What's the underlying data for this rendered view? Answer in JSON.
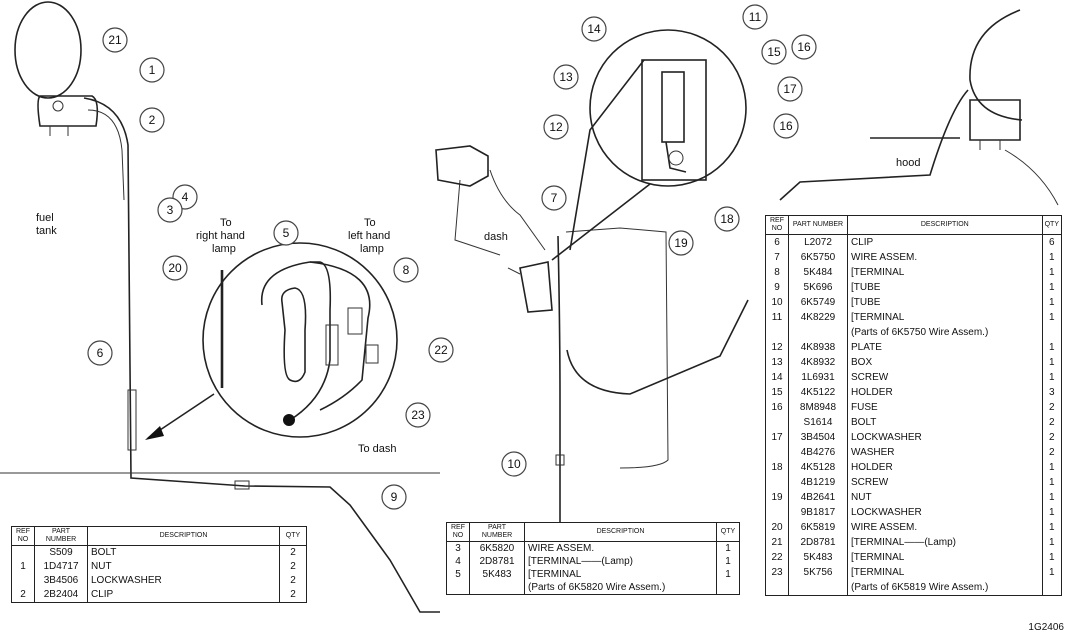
{
  "labels": {
    "fuel_tank": [
      "fuel",
      "tank"
    ],
    "right_lamp": [
      "To",
      "right hand",
      "lamp"
    ],
    "left_lamp": [
      "To",
      "left hand",
      "lamp"
    ],
    "dash_top": "dash",
    "to_dash": "To dash",
    "hood": "hood"
  },
  "callouts": [
    "21",
    "1",
    "2",
    "4",
    "3",
    "20",
    "6",
    "5",
    "8",
    "22",
    "23",
    "9",
    "10",
    "7",
    "14",
    "13",
    "12",
    "11",
    "15",
    "16",
    "17",
    "16",
    "18",
    "19"
  ],
  "table_headers": {
    "ref": "REF NO",
    "part": "PART NUMBER",
    "desc": "DESCRIPTION",
    "qty": "QTY"
  },
  "table_left": [
    {
      "ref": "",
      "part": "S509",
      "desc": "BOLT",
      "qty": "2"
    },
    {
      "ref": "1",
      "part": "1D4717",
      "desc": "NUT",
      "qty": "2"
    },
    {
      "ref": "",
      "part": "3B4506",
      "desc": "LOCKWASHER",
      "qty": "2"
    },
    {
      "ref": "2",
      "part": "2B2404",
      "desc": "CLIP",
      "qty": "2"
    }
  ],
  "table_mid": [
    {
      "ref": "3",
      "part": "6K5820",
      "desc": "WIRE ASSEM.",
      "qty": "1"
    },
    {
      "ref": "4",
      "part": "2D8781",
      "desc": "[TERMINAL——(Lamp)",
      "qty": "1"
    },
    {
      "ref": "5",
      "part": "5K483",
      "desc": "[TERMINAL",
      "qty": "1"
    },
    {
      "ref": "",
      "part": "",
      "desc": "(Parts of 6K5820 Wire Assem.)",
      "qty": ""
    }
  ],
  "table_right": [
    {
      "ref": "6",
      "part": "L2072",
      "desc": "CLIP",
      "qty": "6"
    },
    {
      "ref": "7",
      "part": "6K5750",
      "desc": "WIRE ASSEM.",
      "qty": "1"
    },
    {
      "ref": "8",
      "part": "5K484",
      "desc": "[TERMINAL",
      "qty": "1"
    },
    {
      "ref": "9",
      "part": "5K696",
      "desc": "[TUBE",
      "qty": "1"
    },
    {
      "ref": "10",
      "part": "6K5749",
      "desc": "[TUBE",
      "qty": "1"
    },
    {
      "ref": "11",
      "part": "4K8229",
      "desc": "[TERMINAL",
      "qty": "1"
    },
    {
      "ref": "",
      "part": "",
      "desc": "(Parts of 6K5750 Wire Assem.)",
      "qty": ""
    },
    {
      "ref": "12",
      "part": "4K8938",
      "desc": "PLATE",
      "qty": "1"
    },
    {
      "ref": "13",
      "part": "4K8932",
      "desc": "BOX",
      "qty": "1"
    },
    {
      "ref": "14",
      "part": "1L6931",
      "desc": "SCREW",
      "qty": "1"
    },
    {
      "ref": "15",
      "part": "4K5122",
      "desc": "HOLDER",
      "qty": "3"
    },
    {
      "ref": "16",
      "part": "8M8948",
      "desc": "FUSE",
      "qty": "2"
    },
    {
      "ref": "",
      "part": "S1614",
      "desc": "BOLT",
      "qty": "2"
    },
    {
      "ref": "17",
      "part": "3B4504",
      "desc": "LOCKWASHER",
      "qty": "2"
    },
    {
      "ref": "",
      "part": "4B4276",
      "desc": "WASHER",
      "qty": "2"
    },
    {
      "ref": "18",
      "part": "4K5128",
      "desc": "HOLDER",
      "qty": "1"
    },
    {
      "ref": "",
      "part": "4B1219",
      "desc": "SCREW",
      "qty": "1"
    },
    {
      "ref": "19",
      "part": "4B2641",
      "desc": "NUT",
      "qty": "1"
    },
    {
      "ref": "",
      "part": "9B1817",
      "desc": "LOCKWASHER",
      "qty": "1"
    },
    {
      "ref": "20",
      "part": "6K5819",
      "desc": "WIRE ASSEM.",
      "qty": "1"
    },
    {
      "ref": "21",
      "part": "2D8781",
      "desc": "[TERMINAL——(Lamp)",
      "qty": "1"
    },
    {
      "ref": "22",
      "part": "5K483",
      "desc": "[TERMINAL",
      "qty": "1"
    },
    {
      "ref": "23",
      "part": "5K756",
      "desc": "[TERMINAL",
      "qty": "1"
    },
    {
      "ref": "",
      "part": "",
      "desc": "(Parts of 6K5819 Wire Assem.)",
      "qty": ""
    }
  ],
  "catalog_number": "1G2406"
}
